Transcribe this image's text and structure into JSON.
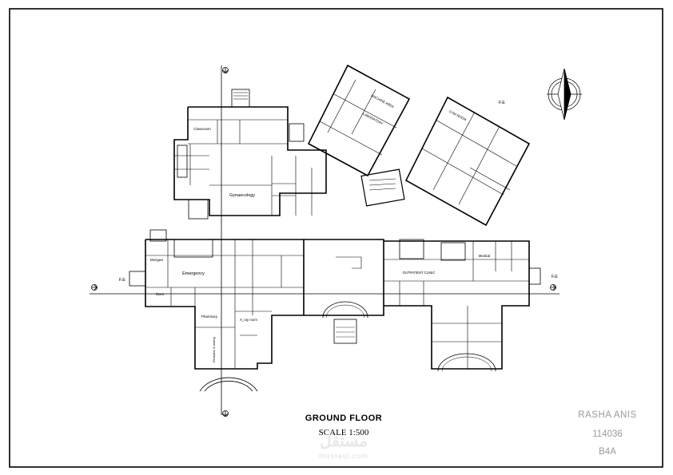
{
  "plan": {
    "title": "GROUND FLOOR",
    "scale": "SCALE 1:500"
  },
  "author": {
    "name": "RASHA ANIS",
    "id": "114036",
    "group": "B4A"
  },
  "watermark": {
    "arabic": "مستقل",
    "latin": "mostaql.com"
  },
  "rooms": {
    "classroom": "Classroom",
    "gynaecology": "Gynaecology",
    "morgue": "Morgue",
    "emergency": "Emergency",
    "store": "Store",
    "pharmacy": "Pharmacy",
    "xray": "X_ray room",
    "reception": "Reception & waiting",
    "laboratory": "LABORATORY",
    "machine_area": "MACHINE AREA",
    "gym_room": "GYM ROOM",
    "outpatient": "OUTPATIENT CLINIC",
    "medical": "Medical"
  },
  "labels": {
    "fe": "F.E"
  },
  "colors": {
    "ink": "#000000",
    "frame": "#000000",
    "author_text": "#9a9a9a",
    "watermark": "#e8e8e8"
  },
  "icons": [
    "north-arrow-icon",
    "section-marker-icon"
  ]
}
